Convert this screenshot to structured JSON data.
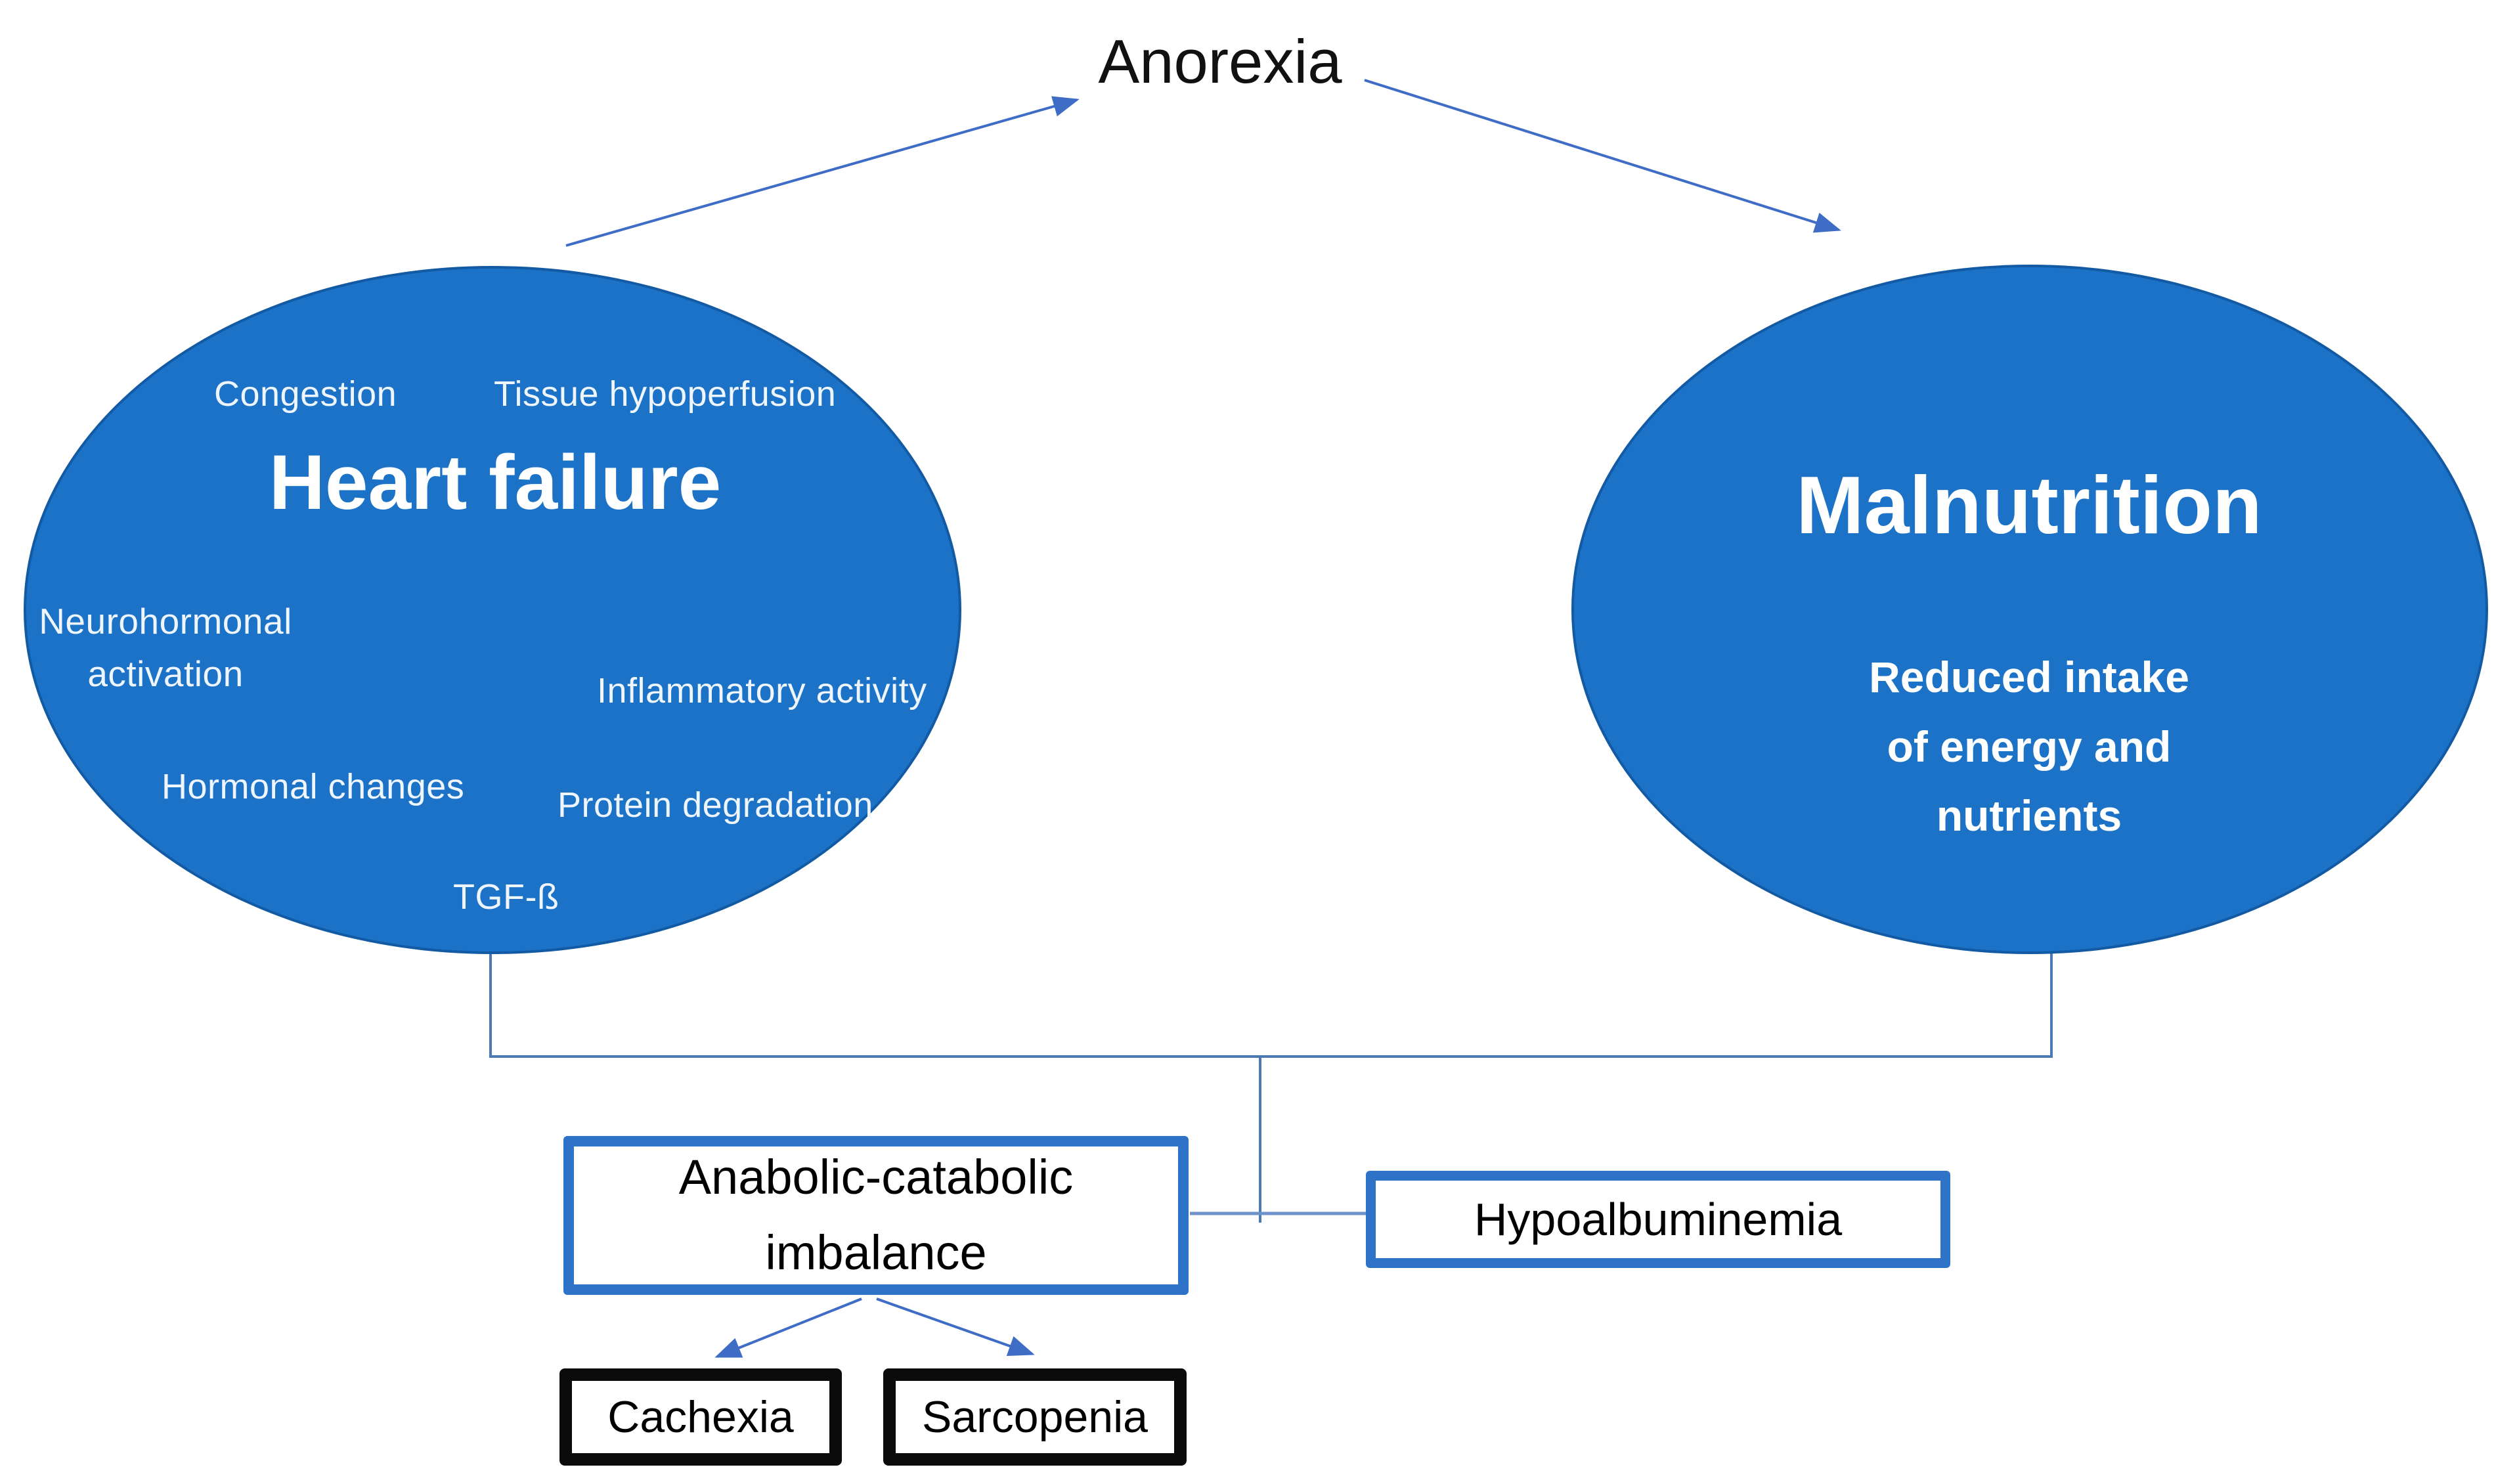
{
  "colors": {
    "ellipse_fill": "#1b72c6",
    "ellipse_text": "#eef5fd",
    "connector": "#4b79b6",
    "arrow": "#3f6dc6",
    "box_border_blue": "#2e73c8",
    "box_border_black": "#0b0b0b",
    "ink": "#111111"
  },
  "anorexia": {
    "label": "Anorexia"
  },
  "heart_failure": {
    "title": "Heart failure",
    "congestion": "Congestion",
    "tissue_hypoperfusion": "Tissue hypoperfusion",
    "neurohormonal_activation": "Neurohormonal\nactivation",
    "inflammatory_activity": "Inflammatory activity",
    "hormonal_changes": "Hormonal changes",
    "protein_degradation": "Protein degradation",
    "tgf_beta": "TGF-ß"
  },
  "malnutrition": {
    "title": "Malnutrition",
    "subtitle": "Reduced intake\nof energy and\nnutrients"
  },
  "anabolic_catabolic": {
    "label": "Anabolic-catabolic\nimbalance"
  },
  "hypoalbuminemia": {
    "label": "Hypoalbuminemia"
  },
  "cachexia": {
    "label": "Cachexia"
  },
  "sarcopenia": {
    "label": "Sarcopenia"
  }
}
